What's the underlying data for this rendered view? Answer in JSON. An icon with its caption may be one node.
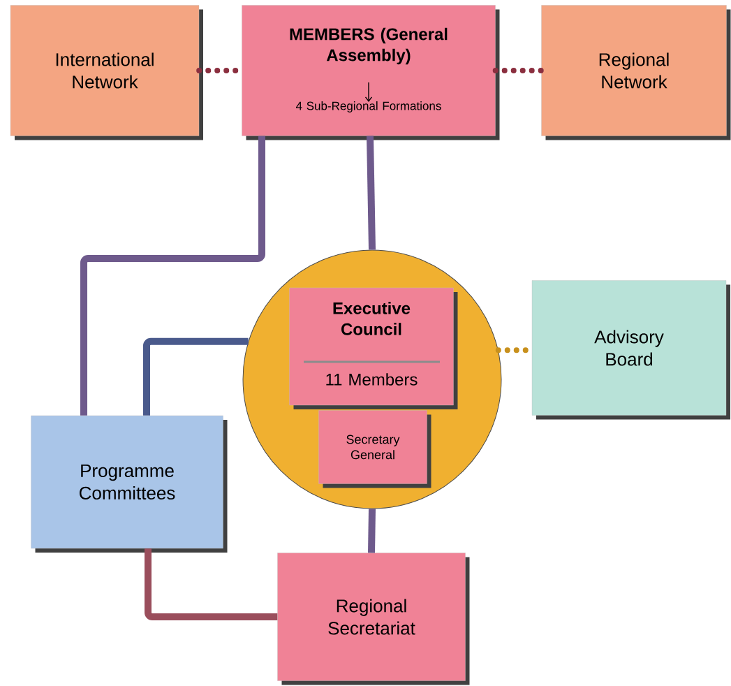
{
  "diagram": {
    "nodes": [
      {
        "text": [
          "International Network"
        ]
      },
      {
        "text": [
          "MEMBERS (General Assembly)",
          "4 Sub-Regional Formations"
        ]
      },
      {
        "text": [
          "Regional Network"
        ]
      },
      {
        "text": [],
        "shape": "circle"
      },
      {
        "text": [
          "Executive Council",
          "11 Members"
        ],
        "in": 3
      },
      {
        "text": [
          "Secretary General"
        ],
        "in": 3
      },
      {
        "text": [
          "Advisory Board"
        ]
      },
      {
        "text": [
          "Programme Committees"
        ]
      },
      {
        "text": [
          "Regional Secretariat"
        ]
      }
    ],
    "edges": [
      {
        "from": 0,
        "to": 1,
        "arrow": "none",
        "style": "dashed",
        "color": "#8b2f3f"
      },
      {
        "from": 1,
        "to": 2,
        "arrow": "none",
        "style": "dashed",
        "color": "#8b2f3f"
      },
      {
        "from": 1,
        "to": 7,
        "arrow": "none"
      },
      {
        "from": 1,
        "to": 3,
        "arrow": "none"
      },
      {
        "from": 3,
        "to": 7,
        "arrow": "none",
        "color": "#4a5a8c"
      },
      {
        "from": 3,
        "to": 6,
        "arrow": "none",
        "style": "dashed",
        "color": "#c8901c"
      },
      {
        "from": 3,
        "to": 8,
        "arrow": "none"
      },
      {
        "from": 7,
        "to": 8,
        "arrow": "none",
        "color": "#9a4e5c"
      }
    ]
  }
}
